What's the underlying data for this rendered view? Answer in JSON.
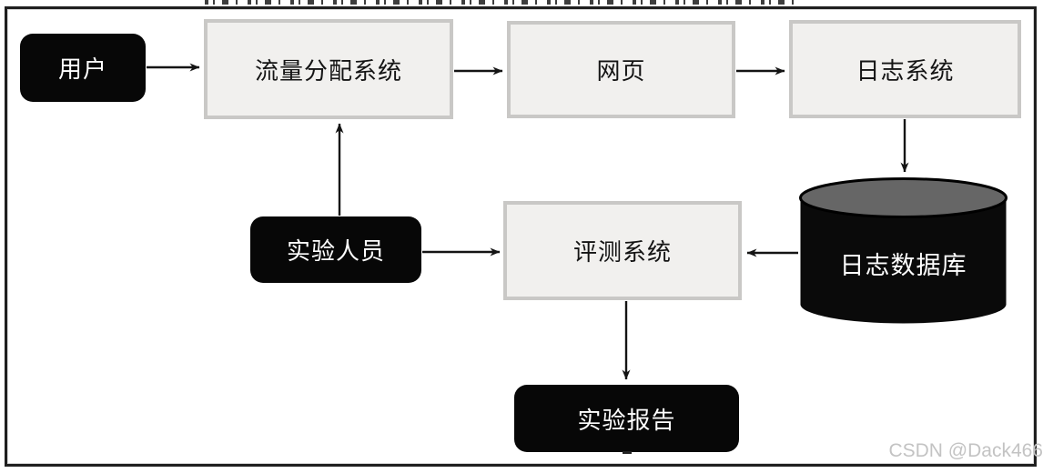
{
  "diagram": {
    "title": "",
    "nodes": {
      "user": {
        "label": "用户",
        "type": "black-rounded"
      },
      "traffic": {
        "label": "流量分配系统",
        "type": "gray-rect"
      },
      "webpage": {
        "label": "网页",
        "type": "gray-rect"
      },
      "log_system": {
        "label": "日志系统",
        "type": "gray-rect"
      },
      "log_db": {
        "label": "日志数据库",
        "type": "cylinder"
      },
      "experimenter": {
        "label": "实验人员",
        "type": "black-rounded"
      },
      "evaluation": {
        "label": "评测系统",
        "type": "gray-rect"
      },
      "report": {
        "label": "实验报告",
        "type": "black-rounded"
      }
    },
    "edges": [
      {
        "from": "user",
        "to": "traffic"
      },
      {
        "from": "traffic",
        "to": "webpage"
      },
      {
        "from": "webpage",
        "to": "log_system"
      },
      {
        "from": "log_system",
        "to": "log_db"
      },
      {
        "from": "experimenter",
        "to": "traffic"
      },
      {
        "from": "experimenter",
        "to": "evaluation"
      },
      {
        "from": "log_db",
        "to": "evaluation"
      },
      {
        "from": "evaluation",
        "to": "report"
      }
    ]
  },
  "watermark": {
    "text": "CSDN @Dack466"
  },
  "colors": {
    "node_black_fill": "#070707",
    "node_black_text": "#ffffff",
    "gray_fill": "#f1f0ee",
    "gray_border": "#c9c8c6",
    "cylinder_top": "#666666",
    "cylinder_body": "#0a0a0a",
    "arrow": "#141414",
    "frame_border": "#1f1f1f",
    "watermark_text": "#c3c3c3"
  }
}
